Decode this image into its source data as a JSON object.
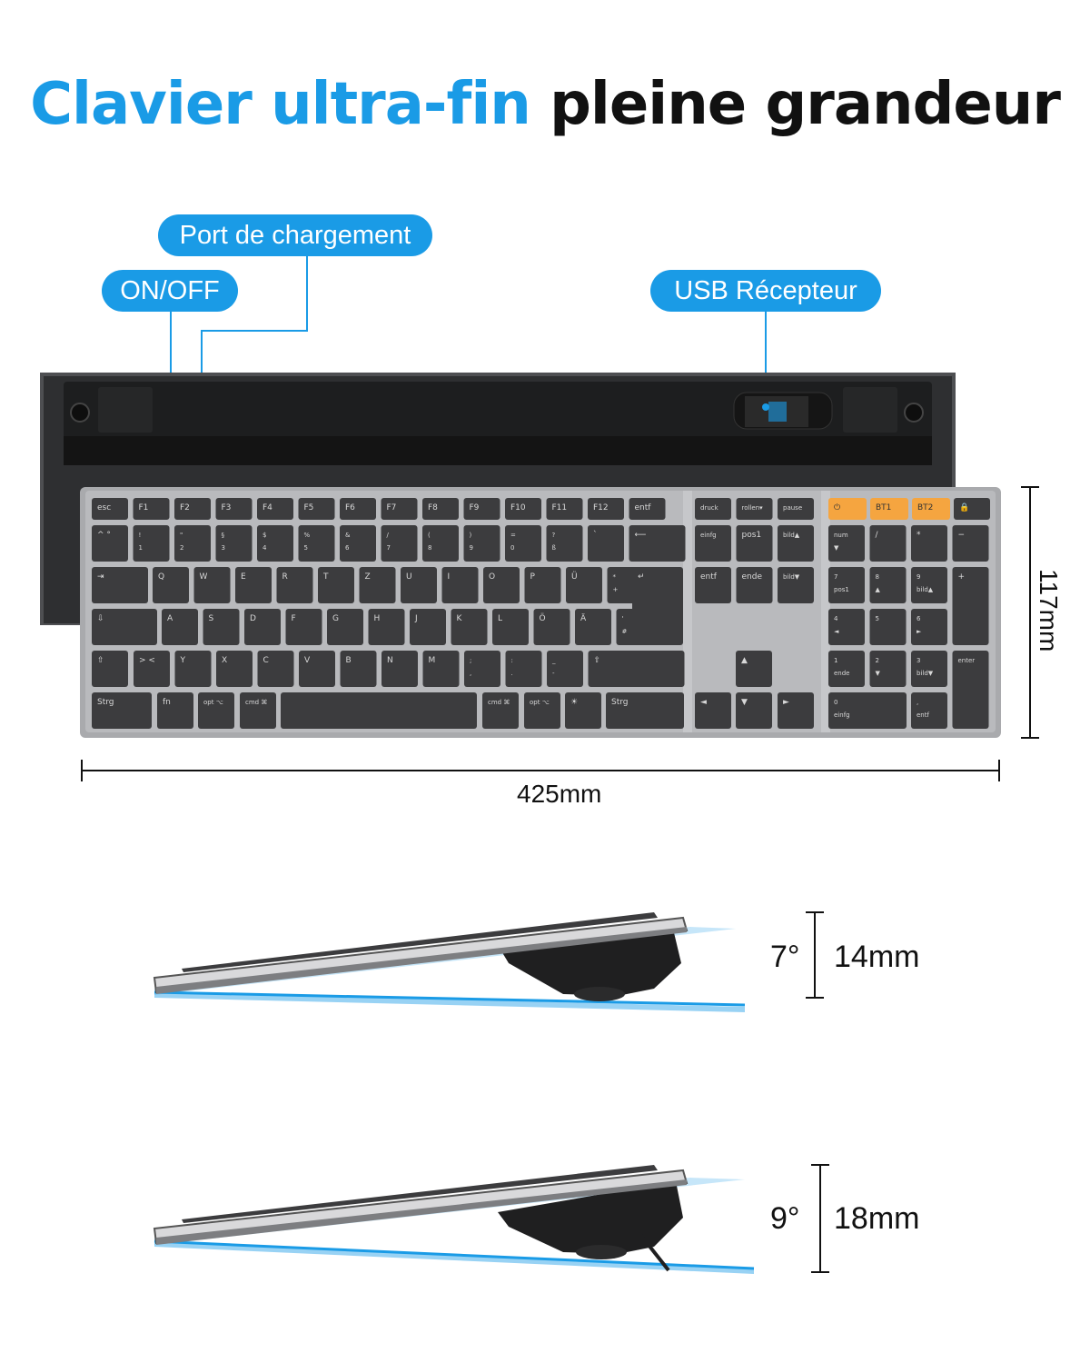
{
  "title": {
    "part1": "Clavier ultra-fin",
    "part2": "pleine grandeur"
  },
  "callouts": {
    "charging_port": "Port de chargement",
    "onoff": "ON/OFF",
    "usb_receiver": "USB Récepteur"
  },
  "dimensions": {
    "height": "117mm",
    "width": "425mm",
    "angle1": "7°",
    "thickness1": "14mm",
    "angle2": "9°",
    "thickness2": "18mm"
  },
  "colors": {
    "accent": "#1a9be6",
    "key": "#3c3c3e",
    "frame": "#a9aaad",
    "orange": "#f5a540"
  },
  "keys": {
    "fnrow": [
      "esc",
      "F1",
      "F2",
      "F3",
      "F4",
      "F5",
      "F6",
      "F7",
      "F8",
      "F9",
      "F10",
      "F11",
      "F12",
      "entf"
    ],
    "nav_top": [
      "druck",
      "rollen▾",
      "pause"
    ],
    "status": [
      "BT1",
      "BT2"
    ],
    "row1": [
      "^ °",
      "!\n1",
      "\"\n2",
      "§\n3",
      "$\n4",
      "%\n5",
      "&\n6",
      "/\n7",
      "(\n8",
      ")\n9",
      "=\n0",
      "?\nß",
      "`"
    ],
    "row2": [
      "Q",
      "W",
      "E",
      "R",
      "T",
      "Z",
      "U",
      "I",
      "O",
      "P",
      "Ü",
      "*\n+"
    ],
    "row3": [
      "A",
      "S",
      "D",
      "F",
      "G",
      "H",
      "J",
      "K",
      "L",
      "Ö",
      "Ä",
      "'\n#"
    ],
    "row4": [
      "> <",
      "Y",
      "X",
      "C",
      "V",
      "B",
      "N",
      "M",
      ";\n,",
      ":\n.",
      "_\n-"
    ],
    "bottom": [
      "Strg",
      "fn",
      "opt ⌥",
      "cmd ⌘",
      "cmd ⌘",
      "opt ⌥",
      "Strg"
    ],
    "nav_mid": [
      "einfg",
      "pos1",
      "bild▲",
      "entf",
      "ende",
      "bild▼"
    ],
    "numpad": [
      [
        "num\n▼",
        "/",
        "*",
        "−"
      ],
      [
        "7\npos1",
        "8\n▲",
        "9\nbild▲",
        "+"
      ],
      [
        "4\n◄",
        "5\n",
        "6\n►"
      ],
      [
        "1\nende",
        "2\n▼",
        "3\nbild▼",
        "enter"
      ],
      [
        "0\neinfg",
        ",\nentf"
      ]
    ]
  }
}
